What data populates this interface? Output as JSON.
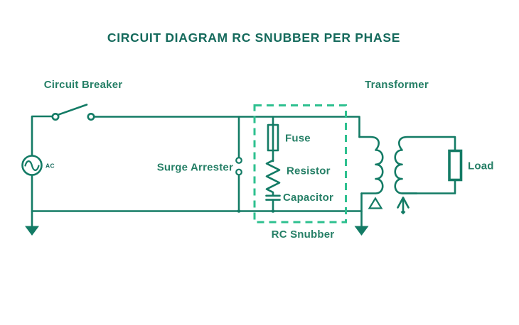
{
  "title": "CIRCUIT DIAGRAM RC SNUBBER PER PHASE",
  "labels": {
    "circuit_breaker": "Circuit Breaker",
    "transformer": "Transformer",
    "surge_arrester": "Surge Arrester",
    "fuse": "Fuse",
    "resistor": "Resistor",
    "capacitor": "Capacitor",
    "rc_snubber": "RC Snubber",
    "load": "Load",
    "ac_source": "AC"
  },
  "colors": {
    "background": "#ffffff",
    "wire": "#137b65",
    "dashed_box": "#2ec08f",
    "title_text": "#156a5c",
    "label_text": "#257f66"
  }
}
